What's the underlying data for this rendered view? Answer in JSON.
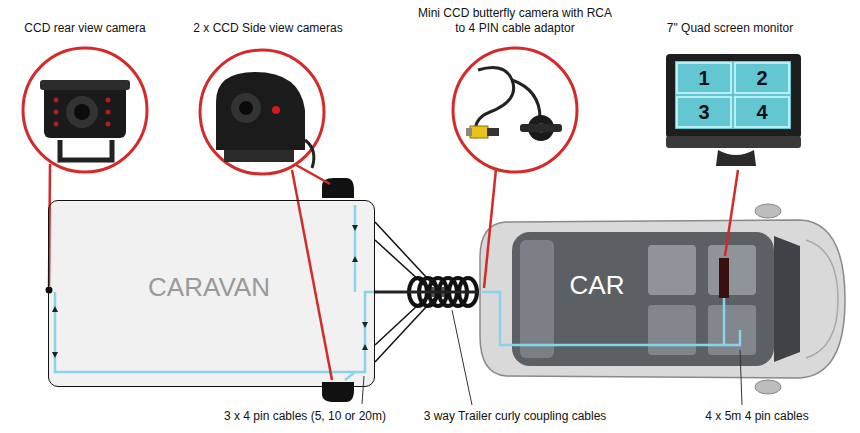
{
  "diagram": {
    "nodes": [
      {
        "text": [
          "CARAVAN"
        ]
      },
      {
        "text": [
          "CAR"
        ]
      }
    ],
    "edges": [
      {
        "from": 0,
        "to": 1,
        "arrow": "none"
      }
    ],
    "labels": [
      "CCD rear view camera",
      "2 x CCD Side view cameras",
      "Mini CCD butterfly camera with RCA to 4 PIN cable adaptor",
      "7\" Quad screen monitor",
      "1",
      "2",
      "3",
      "4",
      "3 x 4 pin cables (5, 10 or 20m)",
      "3 way Trailer curly coupling cables",
      "4 x 5m 4 pin cables"
    ]
  }
}
